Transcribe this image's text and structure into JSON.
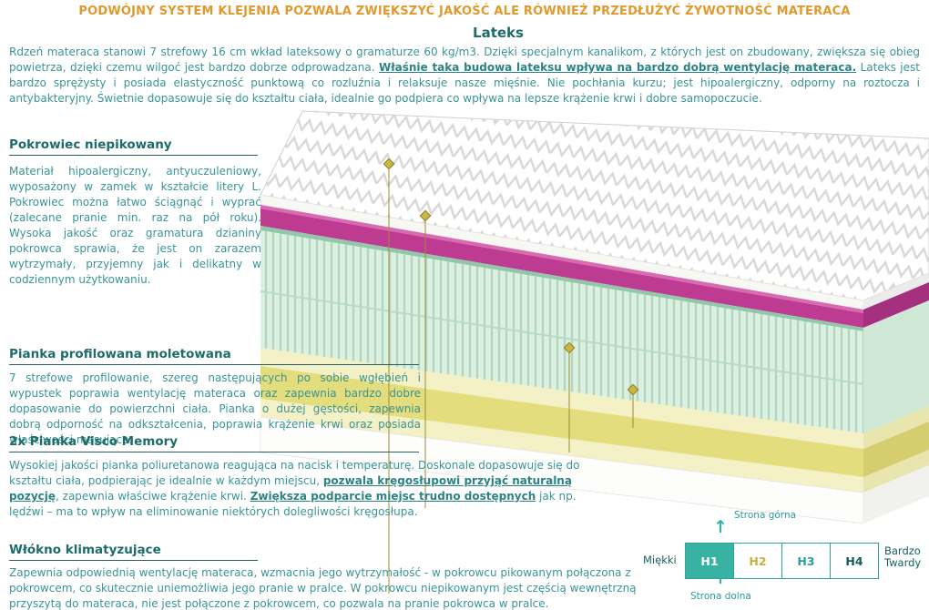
{
  "page": {
    "banner": "PODWÓJNY SYSTEM KLEJENIA POZWALA ZWIĘKSZYĆ JAKOŚĆ ALE RÓWNIEŻ PRZEDŁUŻYĆ ŻYWOTNOŚĆ MATERACA"
  },
  "sections": {
    "lateks": {
      "title": "Lateks",
      "body_1": "Rdzeń materaca stanowi 7 strefowy 16 cm wkład lateksowy o gramaturze 60 kg/m3. Dzięki specjalnym kanalikom, z których jest on zbudowany, zwiększa się obieg powietrza, dzięki czemu wilgoć jest bardzo dobrze odprowadzana. ",
      "body_bold": "Właśnie taka budowa lateksu wpływa na bardzo dobrą wentylację materaca.",
      "body_2": " Lateks jest bardzo sprężysty i posiada elastyczność punktową co rozluźnia i relaksuje nasze mięśnie. Nie pochłania kurzu; jest hipoalergiczny, odporny na roztocza i antybakteryjny. Świetnie dopasowuje się do kształtu ciała, idealnie go podpiera co wpływa na lepsze krążenie krwi i dobre samopoczucie."
    },
    "pokrowiec": {
      "title": "Pokrowiec niepikowany",
      "body": "Materiał hipoalergiczny, antyuczuleniowy, wyposażony w zamek w kształcie litery L. Pokrowiec można łatwo ściągnąć i wyprać (zalecane pranie min. raz na pół roku). Wysoka jakość oraz gramatura dzianiny pokrowca sprawia, że jest on zarazem wytrzymały, przyjemny jak i delikatny w codziennym użytkowaniu."
    },
    "pianka_profilowana": {
      "title": "Pianka profilowana moletowana",
      "body": "7 strefowe profilowanie, szereg następujących po sobie wgłębień i wypustek poprawia wentylację materaca oraz zapewnia bardzo dobre dopasowanie do powierzchni ciała. Pianka o dużej gęstości, zapewnia dobrą odporność na odkształcenia, poprawia krążenie krwi oraz posiada właściwości masujące."
    },
    "visco": {
      "title": "2x Pianka Visco Memory",
      "body_1": "Wysokiej jakości pianka poliuretanowa reagująca na nacisk i temperaturę. Doskonale dopasowuje się do kształtu ciała, podpierając je idealnie w każdym miejscu, ",
      "bold_1": "pozwala kręgosłupowi przyjąć naturalną pozycję",
      "body_2": ", zapewnia właściwe krążenie krwi. ",
      "bold_2": "Zwiększa podparcie miejsc trudno dostępnych",
      "body_3": " jak np. lędźwi – ma to wpływ na eliminowanie niektórych dolegliwości kręgosłupa."
    },
    "wlokno": {
      "title": "Włókno klimatyzujące",
      "body": "Zapewnia odpowiednią wentylację materaca, wzmacnia jego wytrzymałość - w pokrowcu pikowanym połączona z pokrowcem, co skutecznie uniemożliwia jego pranie w pralce. W pokrowcu niepikowanym jest częścią wewnętrzną przyszytą do materaca, nie jest połączone z pokrowcem, co pozwala na pranie pokrowca w pralce."
    }
  },
  "firmness": {
    "top_side_label": "Strona górna",
    "bottom_side_label": "Strona dolna",
    "soft_label": "Miękki",
    "hard_label_line1": "Bardzo",
    "hard_label_line2": "Twardy",
    "levels": [
      "H1",
      "H2",
      "H3",
      "H4"
    ],
    "selected_level": "H1",
    "arrow_glyph": "↑"
  },
  "colors": {
    "banner_orange": "#e0992f",
    "heading_teal": "#1d6b6b",
    "body_teal": "#3a9494",
    "accent_teal": "#2f9e9e",
    "selected_level_fill": "#38b2a3",
    "visco_pink": "#bd3c92",
    "foam_mint": "#def0e3",
    "foam_yellow": "#e4dd7d",
    "connector_olive": "#9c8c33"
  }
}
